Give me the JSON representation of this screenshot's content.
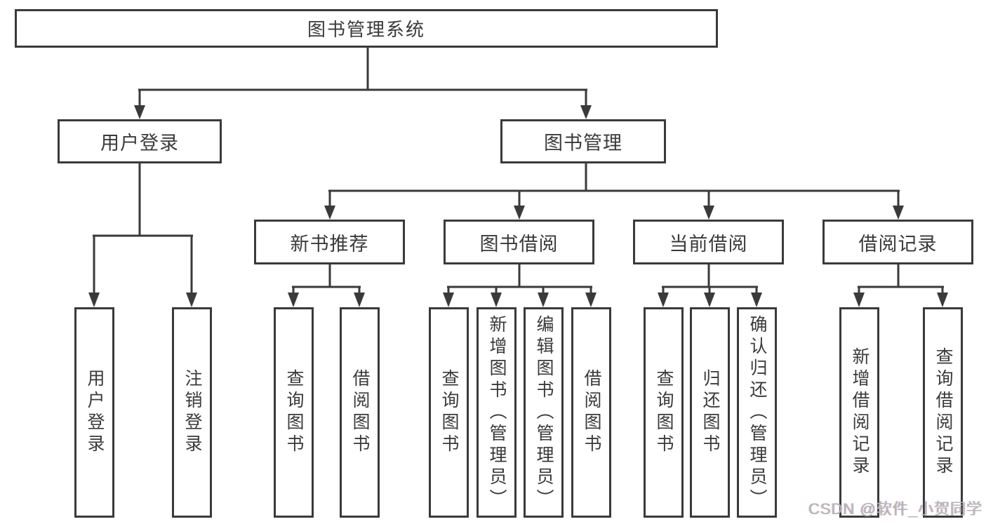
{
  "diagram": {
    "root": {
      "label": "图书管理系统",
      "children": [
        {
          "label": "用户登录",
          "children": [
            {
              "label": "用户登录"
            },
            {
              "label": "注销登录"
            }
          ]
        },
        {
          "label": "图书管理",
          "children": [
            {
              "label": "新书推荐",
              "children": [
                {
                  "label": "查询图书"
                },
                {
                  "label": "借阅图书"
                }
              ]
            },
            {
              "label": "图书借阅",
              "children": [
                {
                  "label": "查询图书"
                },
                {
                  "label": "新增图书（管理员）"
                },
                {
                  "label": "编辑图书（管理员）"
                },
                {
                  "label": "借阅图书"
                }
              ]
            },
            {
              "label": "当前借阅",
              "children": [
                {
                  "label": "查询图书"
                },
                {
                  "label": "归还图书"
                },
                {
                  "label": "确认归还（管理员）"
                }
              ]
            },
            {
              "label": "借阅记录",
              "children": [
                {
                  "label": "新增借阅记录"
                },
                {
                  "label": "查询借阅记录"
                }
              ]
            }
          ]
        }
      ]
    }
  },
  "watermark": {
    "text": "CSDN @软件_小贺同学"
  },
  "colors": {
    "line": "#3a3a3a",
    "text": "#3a3a3a",
    "watermark": "#b5b5b5",
    "background": "#ffffff"
  }
}
